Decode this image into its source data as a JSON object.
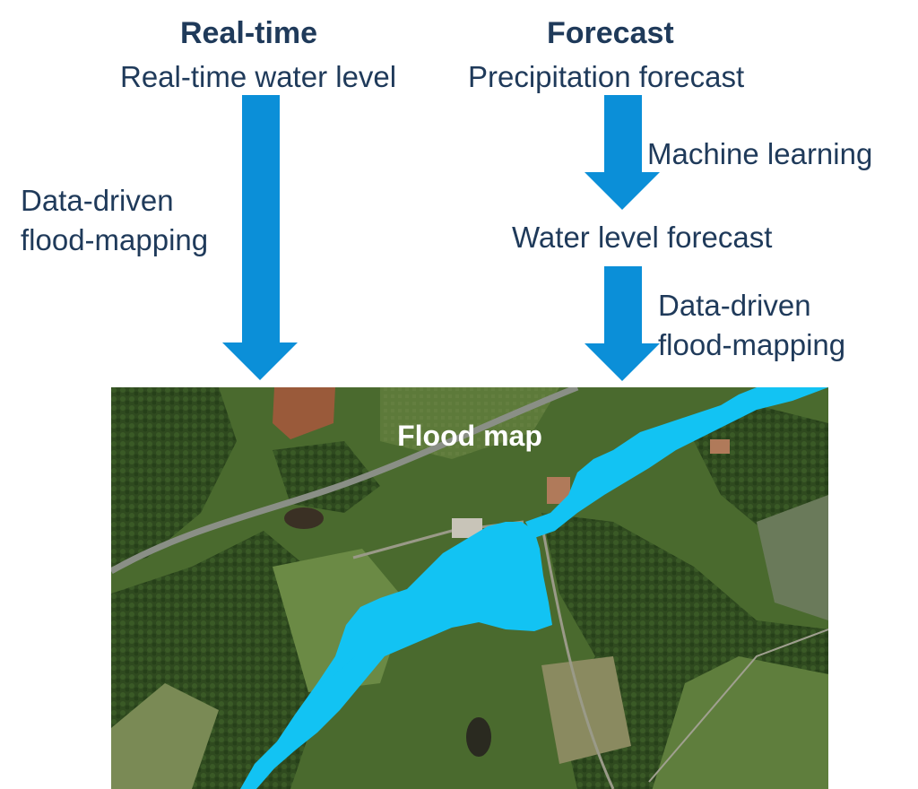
{
  "left": {
    "heading": "Real-time",
    "source": "Real-time water level",
    "method_line1": "Data-driven",
    "method_line2": "flood-mapping"
  },
  "right": {
    "heading": "Forecast",
    "source": "Precipitation forecast",
    "step1_label": "Machine learning",
    "intermediate": "Water level forecast",
    "method_line1": "Data-driven",
    "method_line2": "flood-mapping"
  },
  "map": {
    "title": "Flood map"
  },
  "colors": {
    "arrow": "#0b8fd8",
    "flood": "#12c3f3",
    "text": "#1f3a5a"
  }
}
